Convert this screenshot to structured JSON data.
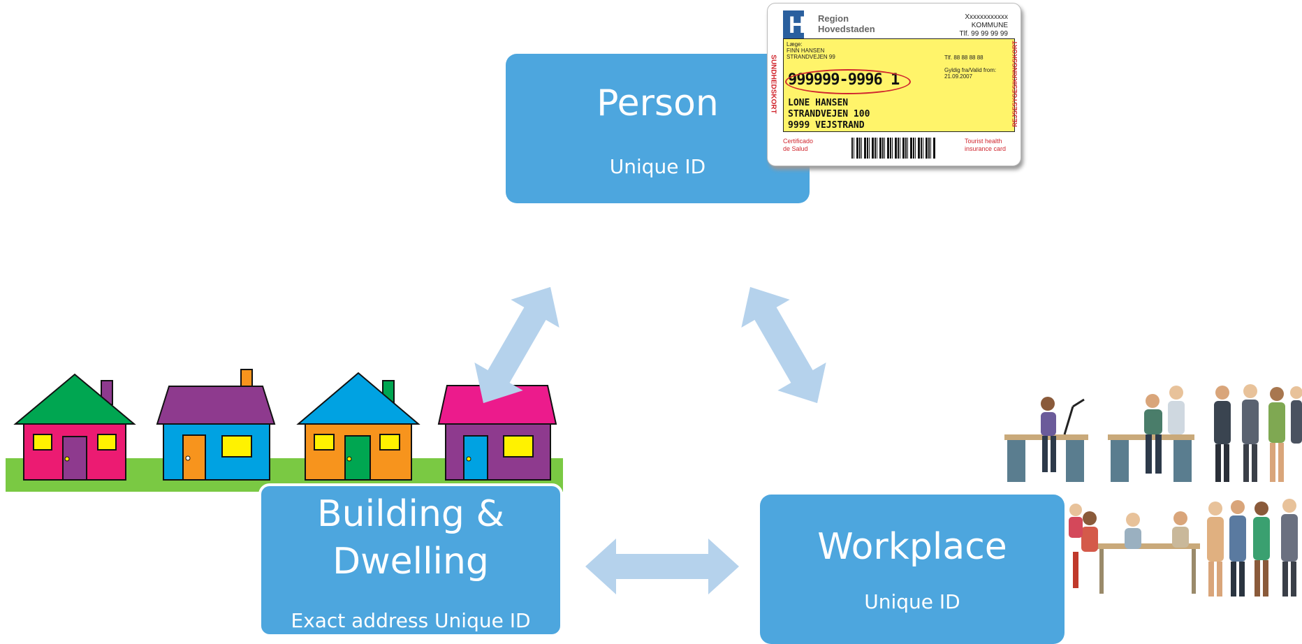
{
  "nodes": {
    "person": {
      "title": "Person",
      "subtitle": "Unique ID"
    },
    "building": {
      "title_line1": "Building &",
      "title_line2": "Dwelling",
      "subtitle": "Exact address Unique ID"
    },
    "workplace": {
      "title": "Workplace",
      "subtitle": "Unique ID"
    }
  },
  "card": {
    "org_line1": "Region",
    "org_line2": "Hovedstaden",
    "municipality_code": "Xxxxxxxxxxxx",
    "municipality": "KOMMUNE",
    "phone_top": "Tlf. 99 99 99 99",
    "doctor_label": "Læge:",
    "doctor_name": "FINN HANSEN",
    "doctor_street": "STRANDVEJEN 99",
    "doctor_phone": "Tlf. 88 88 88 88",
    "valid_label": "Gyldig fra/Valid from:",
    "valid_date": "21.09.2007",
    "cpr": "999999-9996",
    "cpr_suffix": "1",
    "holder_name": "LONE HANSEN",
    "holder_street": "STRANDVEJEN 100",
    "holder_city": "9999 VEJSTRAND",
    "left_vertical": "SUNDHEDSKORT",
    "right_vertical": "REJSESYGESIKRINGSKORT",
    "footer_left_1": "Certificado",
    "footer_left_2": "de Salud",
    "footer_right_1": "Tourist health",
    "footer_right_2": "insurance card"
  },
  "colors": {
    "node_fill": "#4da6de",
    "arrow": "#b5d2ec",
    "grass": "#7ac943",
    "card_panel": "#fff46a",
    "card_red": "#d0262e"
  }
}
